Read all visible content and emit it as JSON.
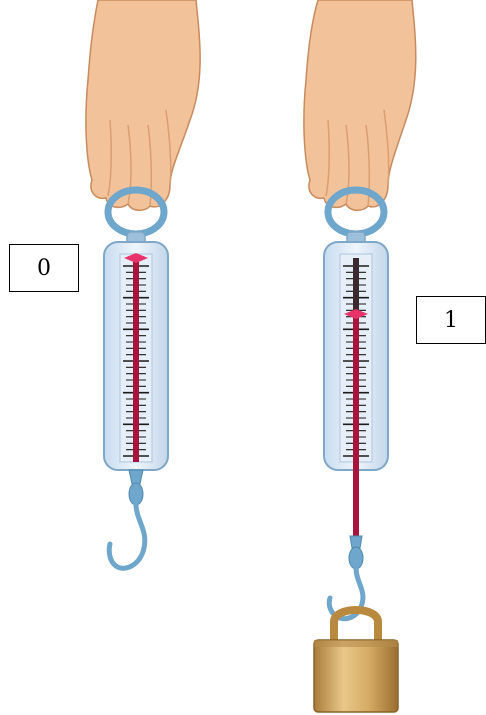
{
  "labels": {
    "left_scale_reading": "0",
    "right_scale_reading": "1"
  },
  "colors": {
    "skin": "#f2c29a",
    "skin_shadow": "#d99e72",
    "spring_scale_body": "#dce8f5",
    "spring_scale_outline": "#7ea7c8",
    "indicator_rod": "#a8143c",
    "indicator_marker": "#e8336a",
    "hook_ring": "#6fa6cc",
    "weight_body": "#c9a062",
    "weight_shackle": "#b8893f"
  },
  "scales": [
    {
      "id": "left",
      "tick_count": 30,
      "reading_fraction": 0.0
    },
    {
      "id": "right",
      "tick_count": 30,
      "reading_fraction": 0.25
    }
  ]
}
